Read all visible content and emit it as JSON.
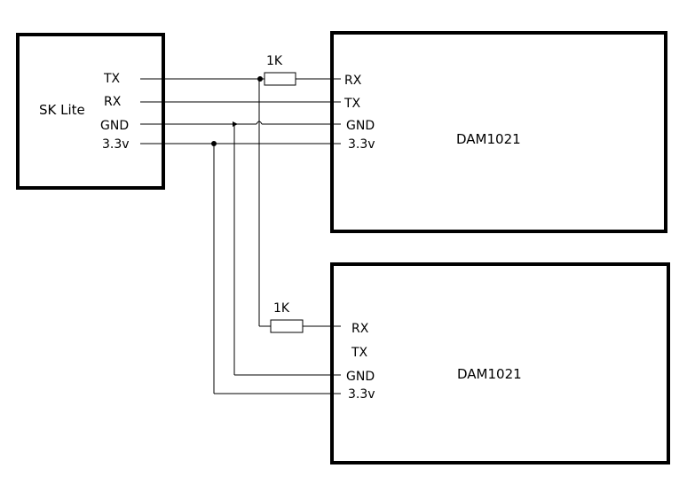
{
  "sk_lite": {
    "label": "SK Lite",
    "pins": {
      "tx": "TX",
      "rx": "RX",
      "gnd": "GND",
      "v33": "3.3v"
    }
  },
  "dam_top": {
    "label": "DAM1021",
    "pins": {
      "rx": "RX",
      "tx": "TX",
      "gnd": "GND",
      "v33": "3.3v"
    }
  },
  "dam_bottom": {
    "label": "DAM1021",
    "pins": {
      "rx": "RX",
      "tx": "TX",
      "gnd": "GND",
      "v33": "3.3v"
    }
  },
  "resistor_top": {
    "label": "1K"
  },
  "resistor_bottom": {
    "label": "1K"
  }
}
